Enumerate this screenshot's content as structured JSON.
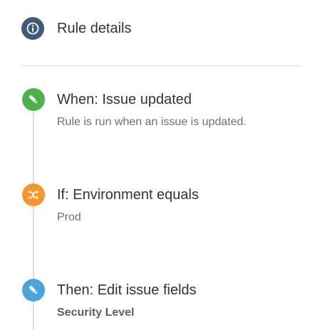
{
  "header": {
    "title": "Rule details",
    "icon": "info-icon",
    "icon_color": "#3e5b7a"
  },
  "steps": [
    {
      "title": "When: Issue updated",
      "subtitle": "Rule is run when an issue is updated.",
      "icon": "pencil-icon",
      "color": "#4bb34a"
    },
    {
      "title": "If: Environment equals",
      "subtitle": "Prod",
      "icon": "shuffle-icon",
      "color": "#f6962f"
    },
    {
      "title": "Then: Edit issue fields",
      "subtitle": "Security Level",
      "icon": "pencil-icon",
      "color": "#49a5dc"
    }
  ]
}
